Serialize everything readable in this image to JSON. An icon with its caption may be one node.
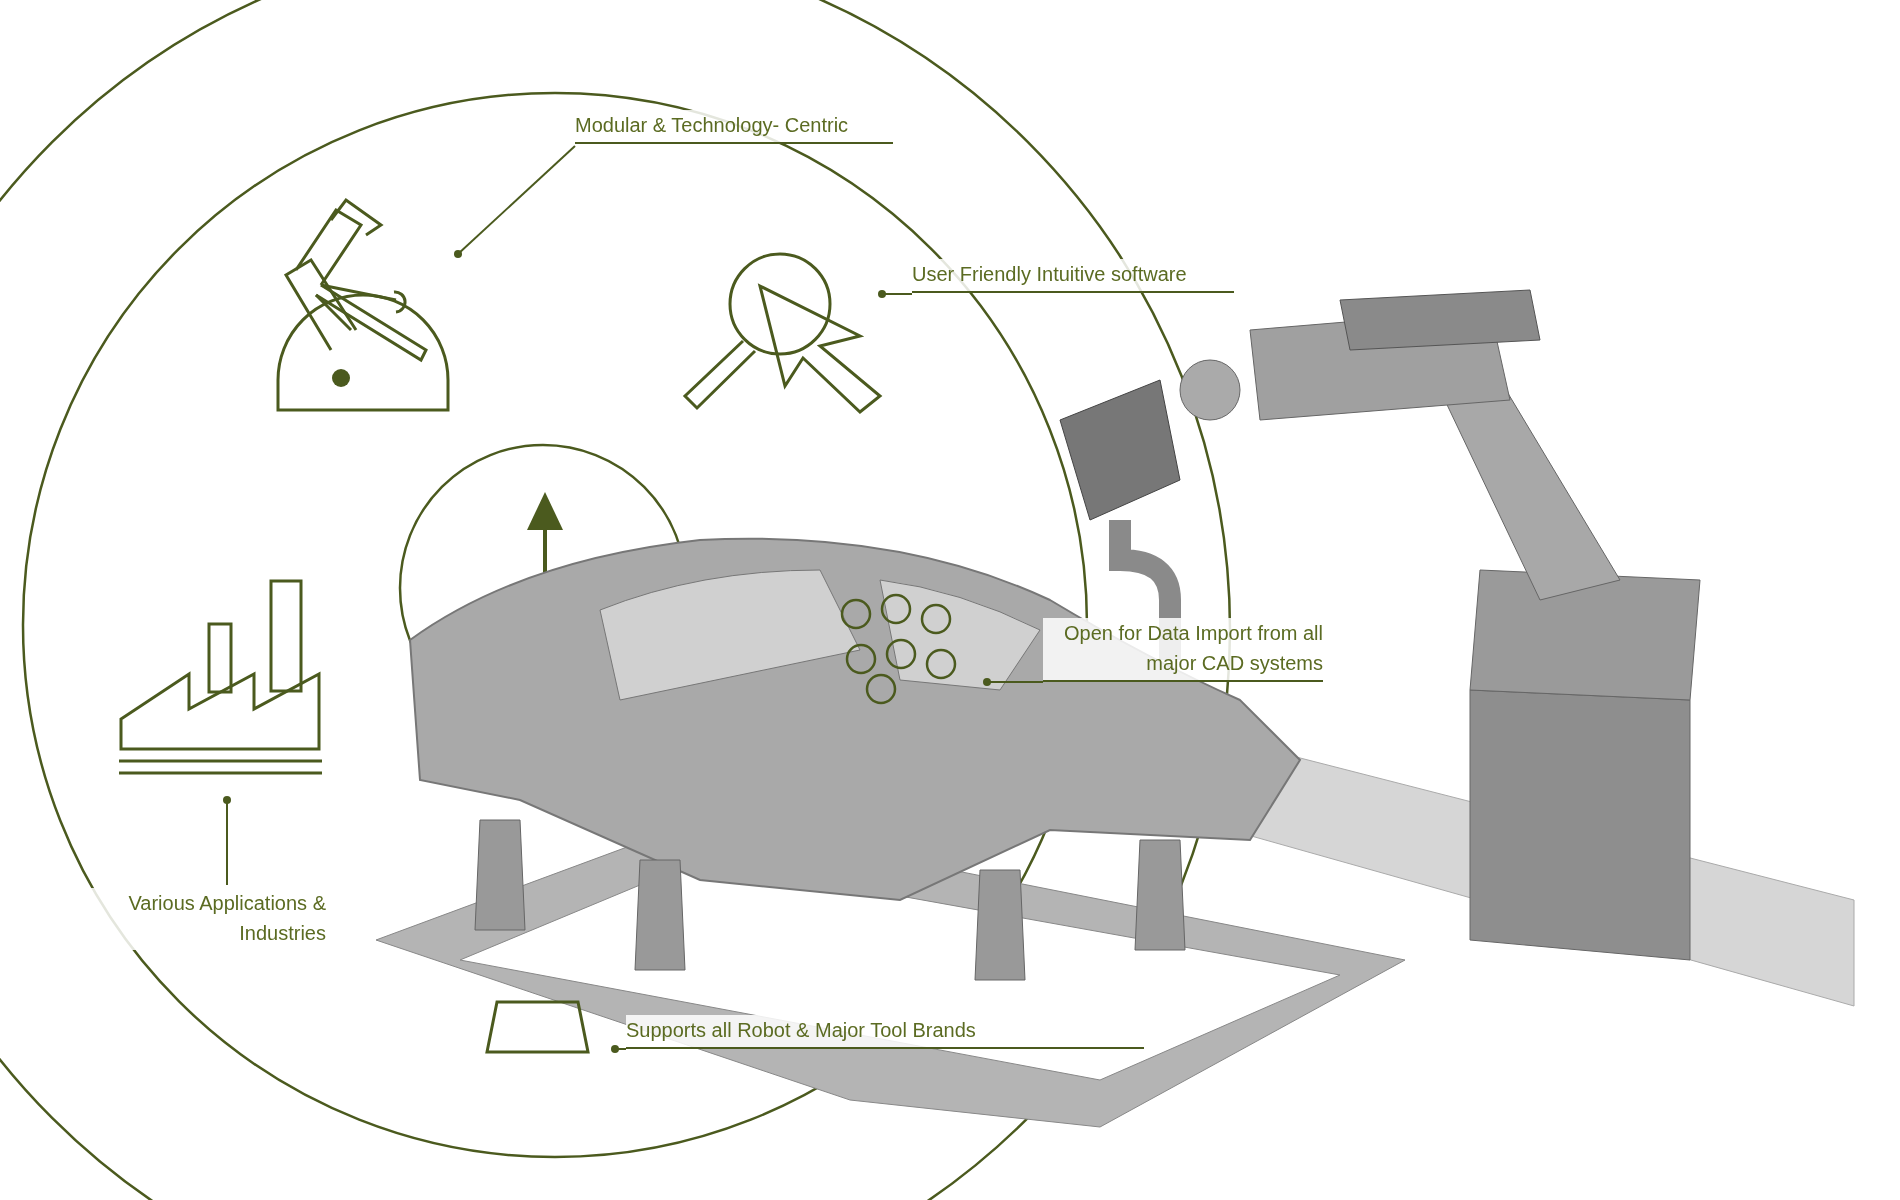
{
  "diagram": {
    "nodes": [
      {
        "text": [
          "Modular & Technology- Centric"
        ]
      },
      {
        "text": [],
        "shape": "picture"
      },
      {
        "text": [
          "User Friendly Intuitive software"
        ]
      },
      {
        "text": [],
        "shape": "picture"
      },
      {
        "text": [
          "Open for Data Import from all major CAD systems"
        ]
      },
      {
        "text": [],
        "shape": "picture"
      },
      {
        "text": [],
        "shape": "picture"
      },
      {
        "text": [
          "Various Applications & Industries"
        ]
      },
      {
        "text": [
          "Supports all Robot & Major Tool Brands"
        ]
      },
      {
        "text": [],
        "shape": "picture"
      }
    ],
    "edges": [
      {
        "from": 0,
        "to": 1,
        "arrow": "other"
      },
      {
        "from": 2,
        "to": 3,
        "arrow": "other"
      },
      {
        "from": 4,
        "to": 5,
        "arrow": "other"
      },
      {
        "from": 7,
        "to": 6,
        "arrow": "other"
      },
      {
        "from": 8,
        "to": 9,
        "arrow": "other"
      }
    ]
  }
}
